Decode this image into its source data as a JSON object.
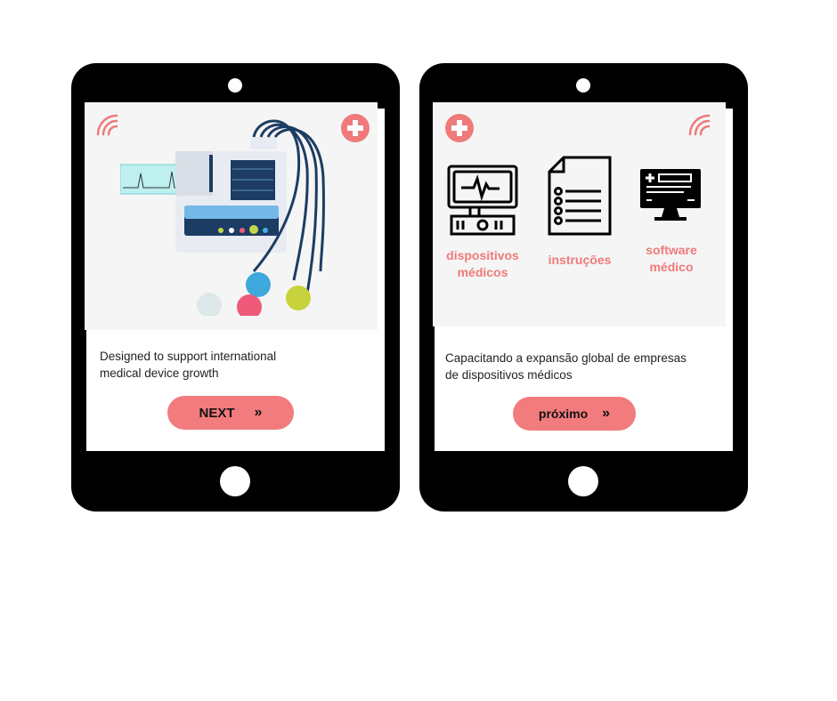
{
  "tablets": [
    {
      "description": "Designed to support international medical device growth",
      "description_lines": [
        "Designed to support international",
        "medical device growth"
      ],
      "button_label": "NEXT"
    },
    {
      "description_lines": [
        "Capacitando a expansão global de empresas",
        "de dispositivos médicos"
      ],
      "button_label": "próximo",
      "features": [
        {
          "line1": "dispositivos",
          "line2": "médicos",
          "icon": "medical-monitor-icon"
        },
        {
          "line1": "instruções",
          "icon": "document-list-icon"
        },
        {
          "line1": "software",
          "line2": "médico",
          "icon": "computer-software-icon"
        }
      ]
    }
  ],
  "colors": {
    "accent": "#f27b7d",
    "frame": "#000000",
    "panel": "#f5f5f5",
    "navy": "#1d3c63"
  }
}
